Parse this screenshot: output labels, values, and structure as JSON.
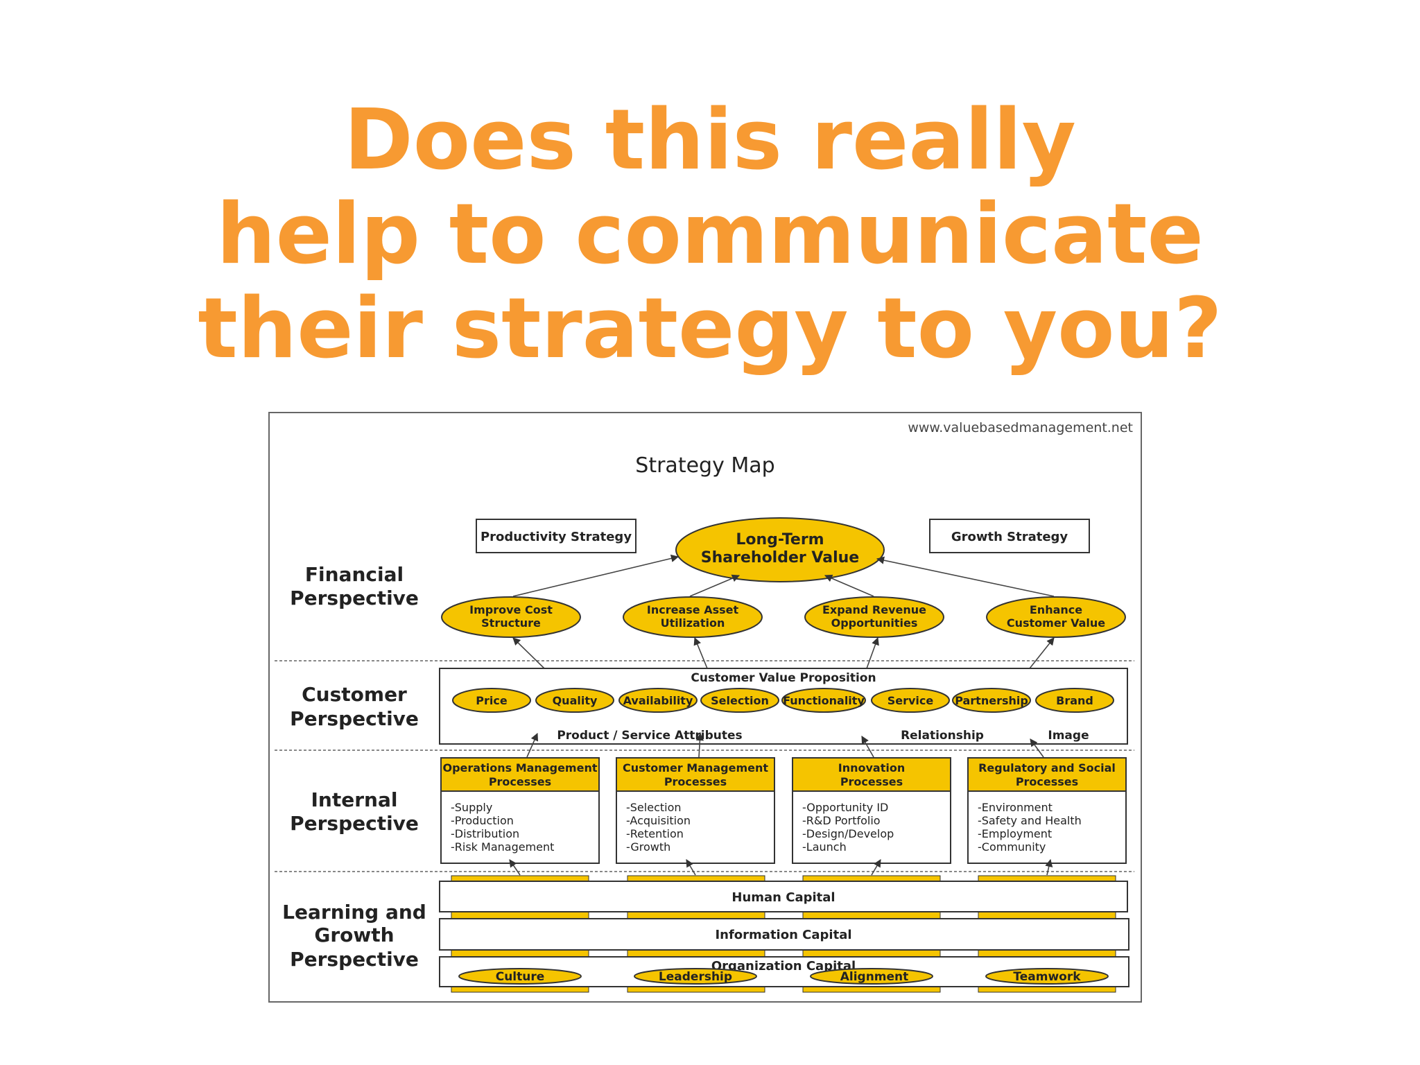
{
  "slide": {
    "title_lines": [
      "Does this really",
      "help to communicate",
      "their strategy to you?"
    ],
    "title_color": "#f79a32"
  },
  "diagram": {
    "source_url": "www.valuebasedmanagement.net",
    "title": "Strategy Map",
    "colors": {
      "highlight": "#f5c400",
      "outline": "#333333",
      "divider": "#888888"
    },
    "perspectives": {
      "financial": [
        "Financial",
        "Perspective"
      ],
      "customer": [
        "Customer",
        "Perspective"
      ],
      "internal": [
        "Internal",
        "Perspective"
      ],
      "learning": [
        "Learning and",
        "Growth",
        "Perspective"
      ]
    },
    "financial": {
      "productivity_strategy": "Productivity Strategy",
      "growth_strategy": "Growth Strategy",
      "shareholder_value": [
        "Long-Term",
        "Shareholder Value"
      ],
      "objectives": [
        [
          "Improve Cost",
          "Structure"
        ],
        [
          "Increase Asset",
          "Utilization"
        ],
        [
          "Expand Revenue",
          "Opportunities"
        ],
        [
          "Enhance",
          "Customer Value"
        ]
      ]
    },
    "customer": {
      "value_proposition": "Customer Value Proposition",
      "attributes": [
        "Price",
        "Quality",
        "Availability",
        "Selection",
        "Functionality",
        "Service",
        "Partnership",
        "Brand"
      ],
      "product_service_attributes": "Product / Service Attributes",
      "relationship": "Relationship",
      "image": "Image"
    },
    "internal": {
      "processes": [
        {
          "title": [
            "Operations Management",
            "Processes"
          ],
          "items": [
            "-Supply",
            "-Production",
            "-Distribution",
            "-Risk Management"
          ]
        },
        {
          "title": [
            "Customer Management",
            "Processes"
          ],
          "items": [
            "-Selection",
            "-Acquisition",
            "-Retention",
            "-Growth"
          ]
        },
        {
          "title": [
            "Innovation",
            "Processes"
          ],
          "items": [
            "-Opportunity ID",
            "-R&D Portfolio",
            "-Design/Develop",
            "-Launch"
          ]
        },
        {
          "title": [
            "Regulatory and Social",
            "Processes"
          ],
          "items": [
            "-Environment",
            "-Safety and Health",
            "-Employment",
            "-Community"
          ]
        }
      ]
    },
    "learning": {
      "human_capital": "Human Capital",
      "information_capital": "Information Capital",
      "organization_capital": "Organization Capital",
      "organization_items": [
        "Culture",
        "Leadership",
        "Alignment",
        "Teamwork"
      ]
    }
  }
}
